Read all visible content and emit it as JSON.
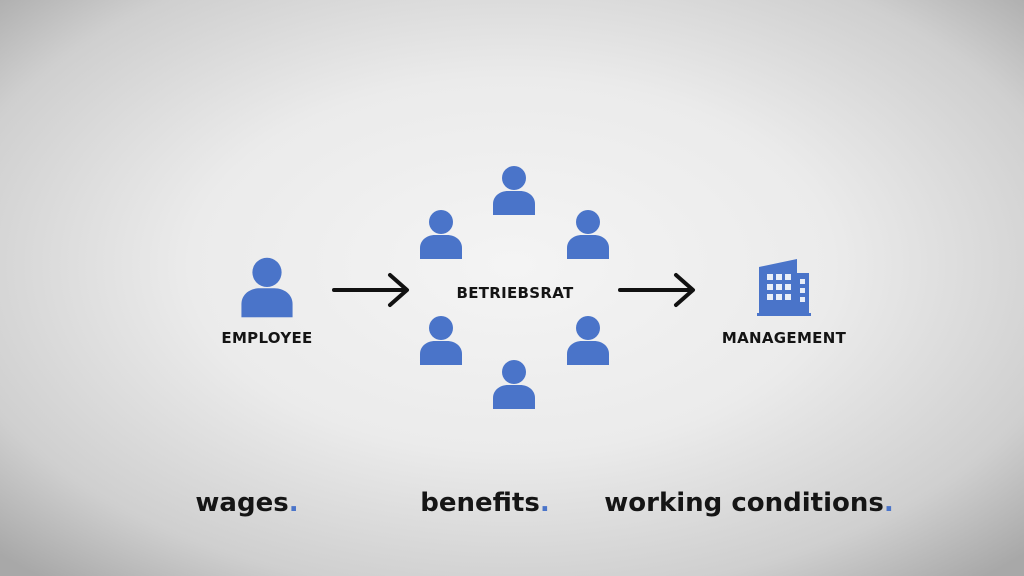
{
  "diagram": {
    "employee_label": "EMPLOYEE",
    "center_label": "BETRIEBSRAT",
    "management_label": "MANAGEMENT",
    "icon_color": "#4a74c9",
    "icons": {
      "employee": "person-icon",
      "council_members": "person-icon",
      "management": "office-building-icon",
      "flow": "right-arrow-icon"
    }
  },
  "topics": [
    {
      "word": "wages",
      "dot": "."
    },
    {
      "word": "benefits",
      "dot": "."
    },
    {
      "word": "working conditions",
      "dot": "."
    }
  ]
}
